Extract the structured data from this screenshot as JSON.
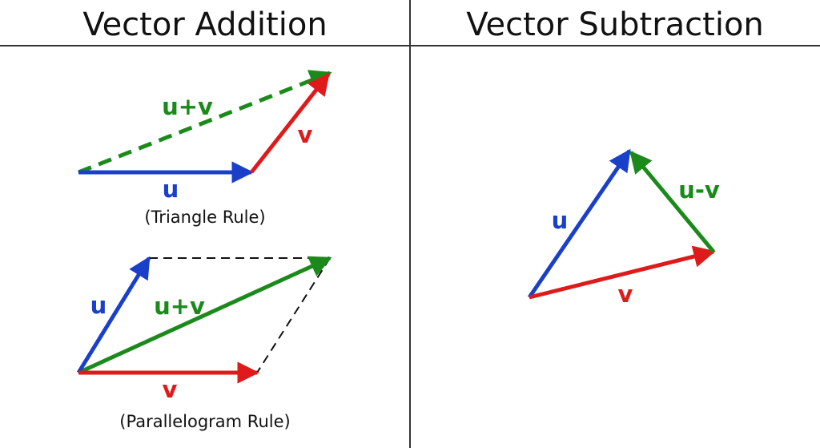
{
  "panels": {
    "addition": {
      "title": "Vector Addition",
      "triangle": {
        "caption": "(Triangle Rule)",
        "u_label": "u",
        "v_label": "v",
        "sum_label": "u+v"
      },
      "parallelogram": {
        "caption": "(Parallelogram Rule)",
        "u_label": "u",
        "v_label": "v",
        "sum_label": "u+v"
      }
    },
    "subtraction": {
      "title": "Vector Subtraction",
      "u_label": "u",
      "v_label": "v",
      "diff_label": "u-v"
    }
  },
  "colors": {
    "u": "#1a3fc9",
    "v": "#e01a1a",
    "result": "#1b8a1b",
    "construction": "#111111",
    "grid": "#333333"
  }
}
